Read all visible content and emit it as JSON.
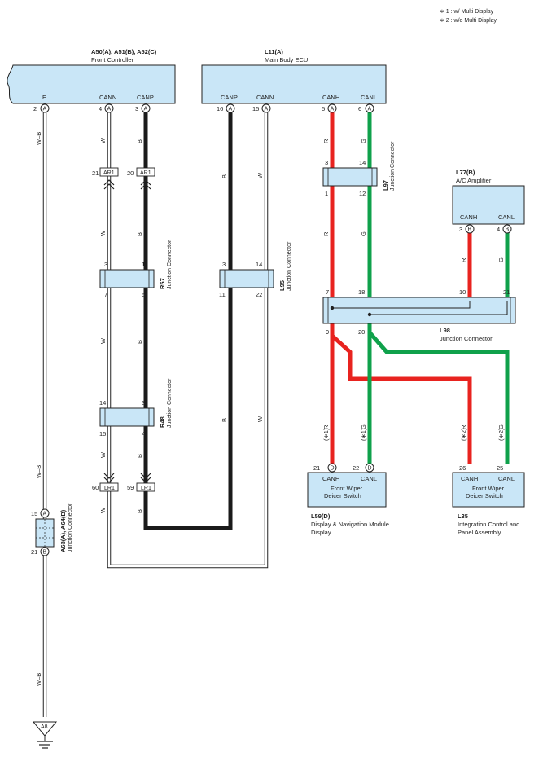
{
  "notes": {
    "n1": "∗ 1 : w/ Multi Display",
    "n2": "∗ 2 : w/o Multi Display"
  },
  "colors": {
    "red": "#e8231f",
    "green": "#0fa14b",
    "black": "#1a1a1a",
    "box": "#c9e6f7"
  },
  "components": {
    "front_controller": {
      "code": "A50(A), A51(B), A52(C)",
      "name": "Front Controller",
      "pins": [
        {
          "label": "E",
          "num": "2",
          "conn": "A"
        },
        {
          "label": "CANN",
          "num": "4",
          "conn": "A"
        },
        {
          "label": "CANP",
          "num": "3",
          "conn": "A"
        }
      ]
    },
    "main_body_ecu": {
      "code": "L11(A)",
      "name": "Main Body ECU",
      "pins": [
        {
          "label": "CANP",
          "num": "16",
          "conn": "A"
        },
        {
          "label": "CANN",
          "num": "15",
          "conn": "A"
        },
        {
          "label": "CANH",
          "num": "5",
          "conn": "A"
        },
        {
          "label": "CANL",
          "num": "6",
          "conn": "A"
        }
      ]
    },
    "ac_amplifier": {
      "code": "L77(B)",
      "name": "A/C Amplifier",
      "pins": [
        {
          "label": "CANH",
          "num": "3",
          "conn": "B"
        },
        {
          "label": "CANL",
          "num": "4",
          "conn": "B"
        }
      ]
    },
    "l59": {
      "code": "L59(D)",
      "name": "Display & Navigation Module Display",
      "inner": "Front Wiper Deicer Switch",
      "pins": [
        {
          "label": "CANH",
          "num": "21",
          "conn": "D"
        },
        {
          "label": "CANL",
          "num": "22",
          "conn": "D"
        }
      ]
    },
    "l35": {
      "code": "L35",
      "name": "Integration Control and Panel Assembly",
      "inner": "Front Wiper Deicer Switch",
      "pins": [
        {
          "label": "CANH",
          "num": "26"
        },
        {
          "label": "CANL",
          "num": "25"
        }
      ]
    }
  },
  "junctions": {
    "r57": {
      "code": "R57",
      "name": "Junction Connector",
      "pins": [
        "3",
        "1",
        "7",
        "5"
      ]
    },
    "r48": {
      "code": "R48",
      "name": "Junction Connector",
      "pins": [
        "14",
        "3",
        "15",
        "4"
      ]
    },
    "l95": {
      "code": "L95",
      "name": "Junction Connector",
      "pins": [
        "3",
        "14",
        "11",
        "22"
      ]
    },
    "l97": {
      "code": "L97",
      "name": "Junction Connector",
      "pins": [
        "3",
        "14",
        "1",
        "12"
      ]
    },
    "l98": {
      "code": "L98",
      "name": "Junction Connector",
      "pins": [
        "7",
        "18",
        "10",
        "21",
        "9",
        "20"
      ]
    },
    "a63": {
      "code": "A63(A), A64(B)",
      "name": "Junction Connector",
      "pins": [
        {
          "num": "15",
          "conn": "A"
        },
        {
          "num": "21",
          "conn": "B"
        }
      ]
    }
  },
  "inline_connectors": {
    "ar1": {
      "code": "AR1",
      "pins": [
        "21",
        "20"
      ]
    },
    "lr1": {
      "code": "LR1",
      "pins": [
        "60",
        "59"
      ]
    }
  },
  "wire_colors": {
    "wb": "W–B",
    "w": "W",
    "b": "B",
    "r": "R",
    "g": "G",
    "note1": "(∗1)",
    "note2": "(∗2)"
  },
  "ground": {
    "code": "A8"
  }
}
